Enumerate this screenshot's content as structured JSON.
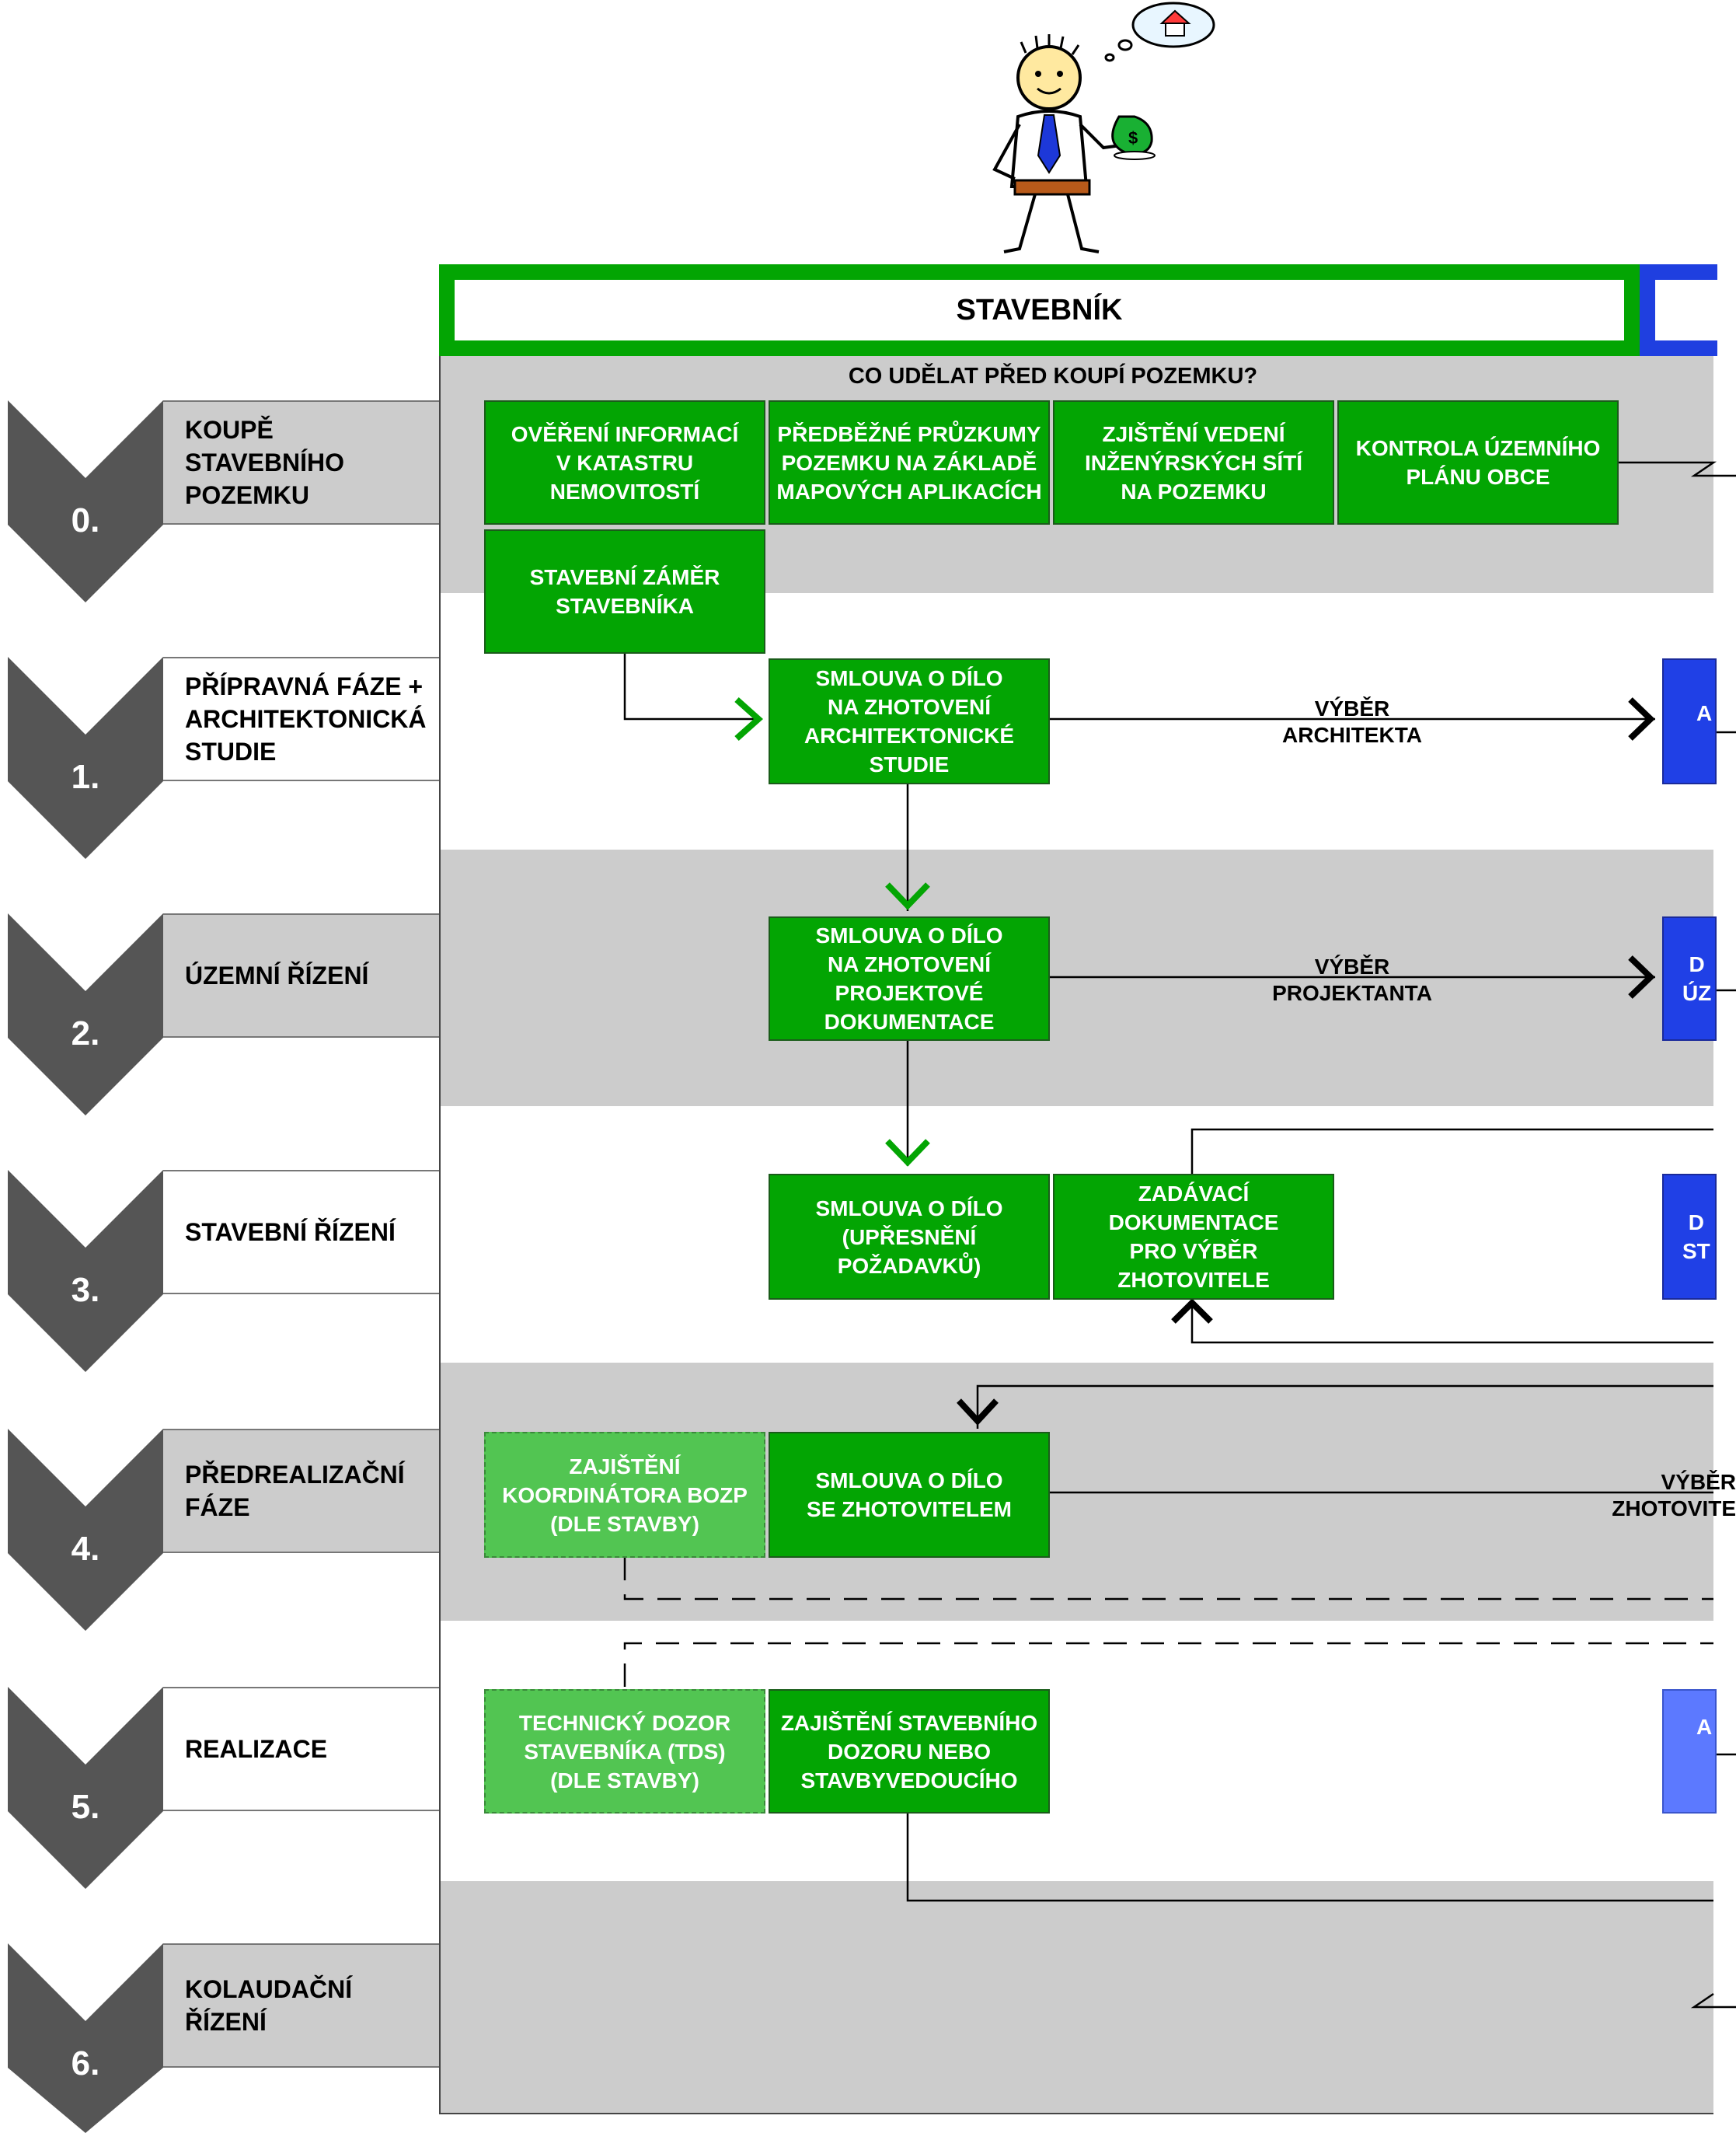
{
  "header": {
    "title": "STAVEBNÍK",
    "question": "CO UDĚLAT PŘED KOUPÍ POZEMKU?"
  },
  "stages": [
    {
      "num": "0.",
      "label": "KOUPĚ\nSTAVEBNÍHO\nPOZEMKU"
    },
    {
      "num": "1.",
      "label": "PŘÍPRAVNÁ FÁZE +\nARCHITEKTONICKÁ\nSTUDIE"
    },
    {
      "num": "2.",
      "label": "ÚZEMNÍ ŘÍZENÍ"
    },
    {
      "num": "3.",
      "label": "STAVEBNÍ ŘÍZENÍ"
    },
    {
      "num": "4.",
      "label": "PŘEDREALIZAČNÍ\nFÁZE"
    },
    {
      "num": "5.",
      "label": "REALIZACE"
    },
    {
      "num": "6.",
      "label": "KOLAUDAČNÍ\nŘÍZENÍ"
    }
  ],
  "boxes": {
    "katastr": "OVĚŘENÍ INFORMACÍ\nV KATASTRU\nNEMOVITOSTÍ",
    "pruzkumy": "PŘEDBĚŽNÉ PRŮZKUMY\nPOZEMKU NA ZÁKLADĚ\nMAPOVÝCH APLIKACÍCH",
    "site": "ZJIŠTĚNÍ VEDENÍ\nINŽENÝRSKÝCH SÍTÍ\nNA POZEMKU",
    "uzemni_plan": "KONTROLA ÚZEMNÍHO\nPLÁNU OBCE",
    "zamer": "STAVEBNÍ ZÁMĚR\nSTAVEBNÍKA",
    "smlouva_studie": "SMLOUVA O DÍLO\nNA ZHOTOVENÍ\nARCHITEKTONICKÉ\nSTUDIE",
    "smlouva_projekt": "SMLOUVA O DÍLO\nNA ZHOTOVENÍ\nPROJEKTOVÉ\nDOKUMENTACE",
    "smlouva_upresneni": "SMLOUVA O DÍLO\n(UPŘESNĚNÍ\nPOŽADAVKŮ)",
    "zadavaci": "ZADÁVACÍ\nDOKUMENTACE\nPRO VÝBĚR\nZHOTOVITELE",
    "bozp": "ZAJIŠTĚNÍ\nKOORDINÁTORA BOZP\n(DLE STAVBY)",
    "smlouva_zhotovitel": "SMLOUVA O DÍLO\nSE ZHOTOVITELEM",
    "tds": "TECHNICKÝ DOZOR\nSTAVEBNÍKA (TDS)\n(DLE STAVBY)",
    "dozor": "ZAJIŠTĚNÍ STAVEBNÍHO\nDOZORU NEBO\nSTAVBYVEDOUCÍHO"
  },
  "blue_boxes": {
    "b1": "A",
    "b2": "D\nÚZ",
    "b3": "D\nST",
    "b5": "A"
  },
  "edges": {
    "architekt": "VÝBĚR\nARCHITEKTA",
    "projektant": "VÝBĚR\nPROJEKTANTA",
    "zhotovitel": "VÝBĚR\nZHOTOVITE"
  },
  "colors": {
    "green": "#03a503",
    "light_green": "#52c552",
    "blue": "#2040e6",
    "light_blue": "#5c79ff",
    "gray_band": "#cccccc",
    "chevron": "#555555"
  }
}
